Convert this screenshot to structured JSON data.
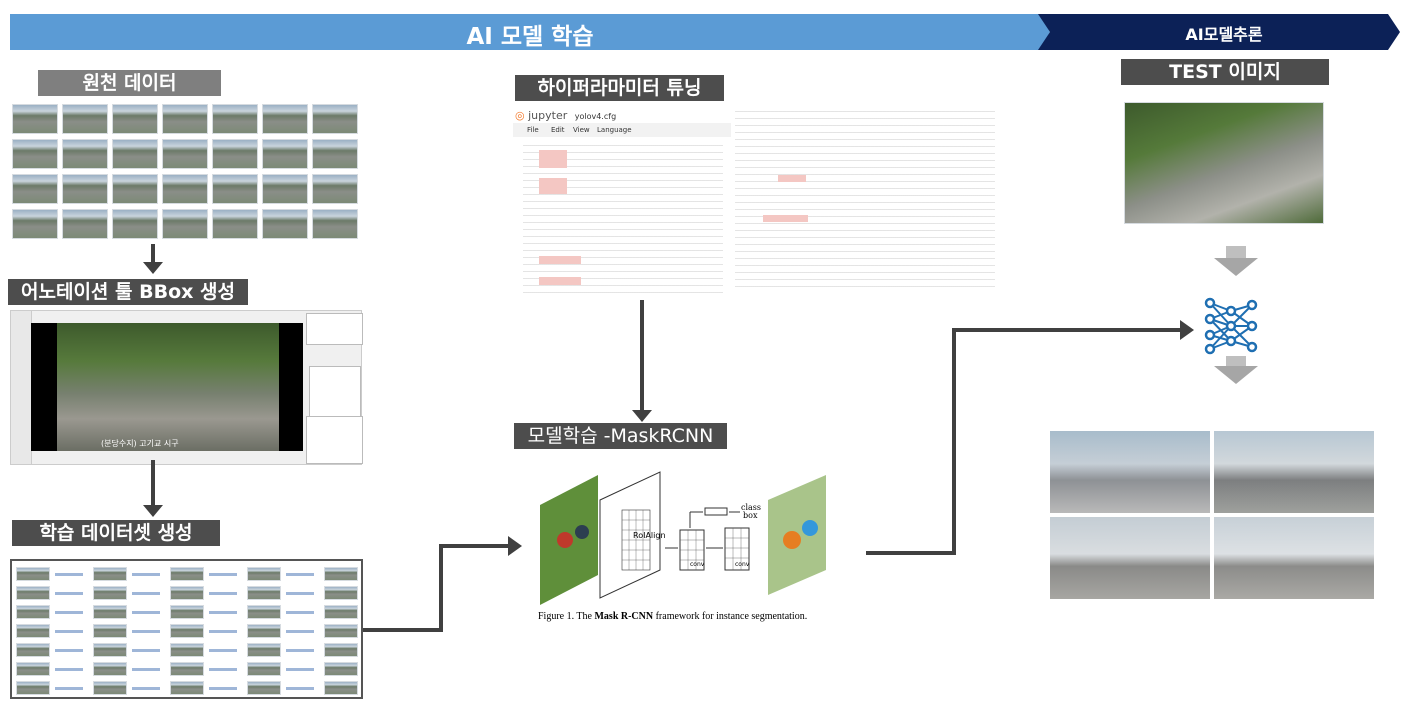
{
  "banner": {
    "training": "AI 모델 학습",
    "inference": "AI모델추론"
  },
  "labels": {
    "raw_data": "원천 데이터",
    "annotation_tool": "어노테이션 툴 BBox 생성",
    "dataset": "학습 데이터셋 생성",
    "hyperparam": "하이퍼라마미터 튜닝",
    "model_training": "모델학습 -MaskRCNN",
    "test_image": "TEST 이미지"
  },
  "jupyter": {
    "logo": "jupyter",
    "file": "yolov4.cfg",
    "menu": [
      "File",
      "Edit",
      "View",
      "Language"
    ]
  },
  "annotation_overlay": "(분당수지) 고기교 시구",
  "maskrcnn": {
    "roialign": "RoIAlign",
    "conv1": "conv",
    "conv2": "conv",
    "class_box": "class\nbox",
    "caption_prefix": "Figure 1. The ",
    "caption_bold": "Mask R-CNN",
    "caption_suffix": " framework for instance segmentation."
  },
  "colors": {
    "banner_blue": "#5b9bd5",
    "banner_navy": "#0c2157",
    "label_gray": "#7f7f7f",
    "arrow_dark": "#404040",
    "network_blue": "#1f6fb2"
  },
  "icons": [
    "neural-network-icon"
  ]
}
